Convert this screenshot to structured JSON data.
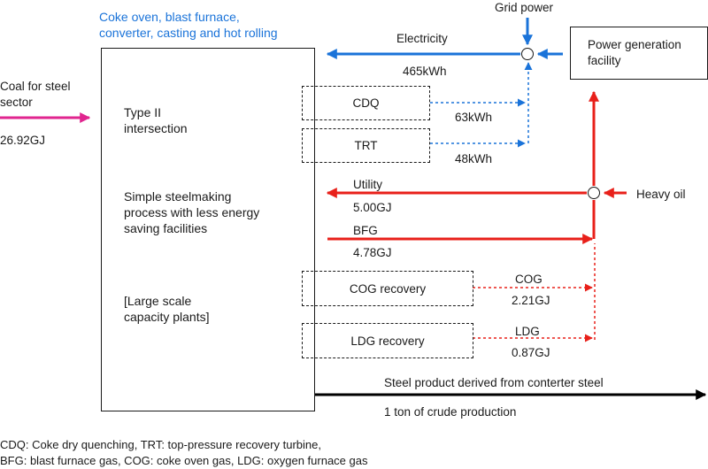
{
  "colors": {
    "blue": "#1a73d9",
    "red": "#e8201a",
    "magenta": "#e0258f",
    "black": "#000000"
  },
  "header": {
    "process_title": "Coke oven, blast furnace,\nconverter, casting and hot rolling",
    "grid_power": "Grid power",
    "power_facility": "Power generation\nfacility"
  },
  "input": {
    "label": "Coal for steel\nsector",
    "value": "26.92GJ"
  },
  "plant": {
    "line1": "Type II\nintersection",
    "line2": "Simple steelmaking\nprocess with less energy\nsaving facilities",
    "line3": "[Large scale\ncapacity plants]"
  },
  "flows": {
    "electricity_label": "Electricity",
    "electricity_value": "465kWh",
    "cdq_box": "CDQ",
    "cdq_value": "63kWh",
    "trt_box": "TRT",
    "trt_value": "48kWh",
    "utility_label": "Utility",
    "utility_value": "5.00GJ",
    "heavy_oil": "Heavy oil",
    "bfg_label": "BFG",
    "bfg_value": "4.78GJ",
    "cog_box": "COG recovery",
    "cog_label": "COG",
    "cog_value": "2.21GJ",
    "ldg_box": "LDG recovery",
    "ldg_label": "LDG",
    "ldg_value": "0.87GJ"
  },
  "output": {
    "label": "Steel product derived from conterter steel",
    "value": "1 ton of crude production"
  },
  "footnote": {
    "line1": "CDQ: Coke dry quenching, TRT: top-pressure recovery turbine,",
    "line2": "BFG: blast furnace gas, COG: coke oven gas, LDG: oxygen furnace gas"
  }
}
